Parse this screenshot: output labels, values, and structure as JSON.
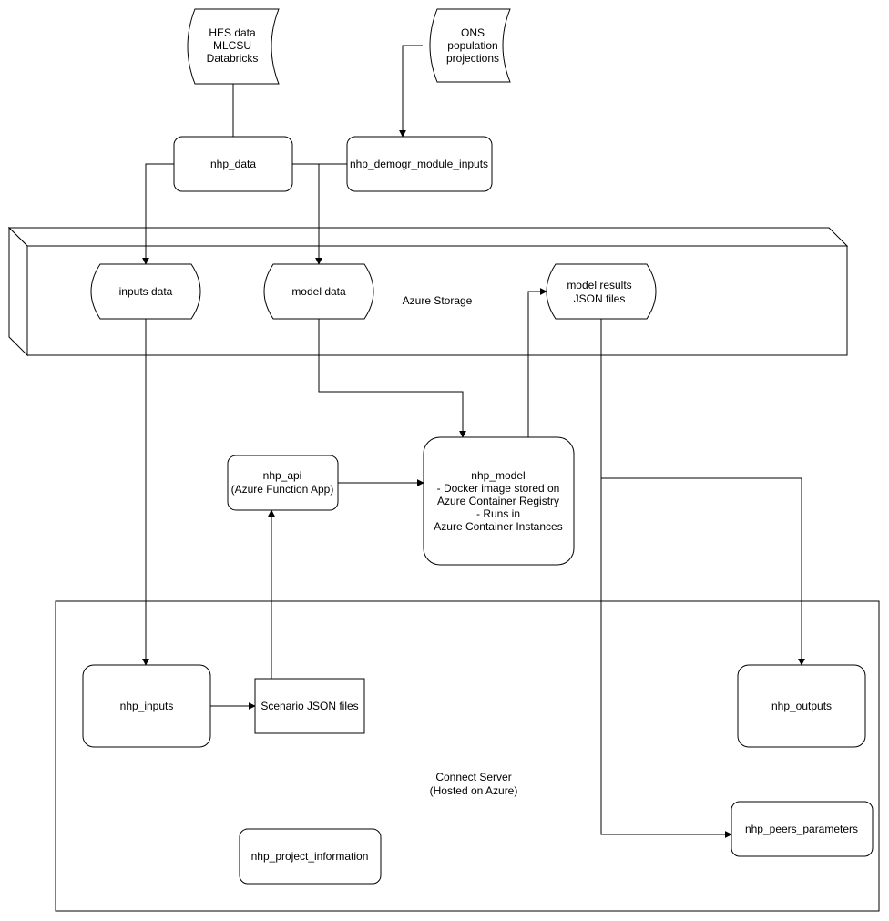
{
  "sources": {
    "hes": [
      "HES data",
      "MLCSU",
      "Databricks"
    ],
    "ons": [
      "ONS",
      "population",
      "projections"
    ]
  },
  "processes": {
    "nhp_data": "nhp_data",
    "nhp_demogr_module_inputs": "nhp_demogr_module_inputs"
  },
  "azure_storage": {
    "label": "Azure Storage",
    "inputs_data": "inputs data",
    "model_data": "model data",
    "model_results": [
      "model results",
      "JSON files"
    ]
  },
  "nhp_api": [
    "nhp_api",
    "(Azure Function App)"
  ],
  "nhp_model": [
    "nhp_model",
    "- Docker image stored on",
    "Azure Container Registry",
    "- Runs in",
    "Azure Container Instances"
  ],
  "connect_server": {
    "label": [
      "Connect Server",
      "(Hosted on Azure)"
    ],
    "nhp_inputs": "nhp_inputs",
    "scenario_json": "Scenario JSON files",
    "nhp_outputs": "nhp_outputs",
    "nhp_peers_parameters": "nhp_peers_parameters",
    "nhp_project_information": "nhp_project_information"
  }
}
